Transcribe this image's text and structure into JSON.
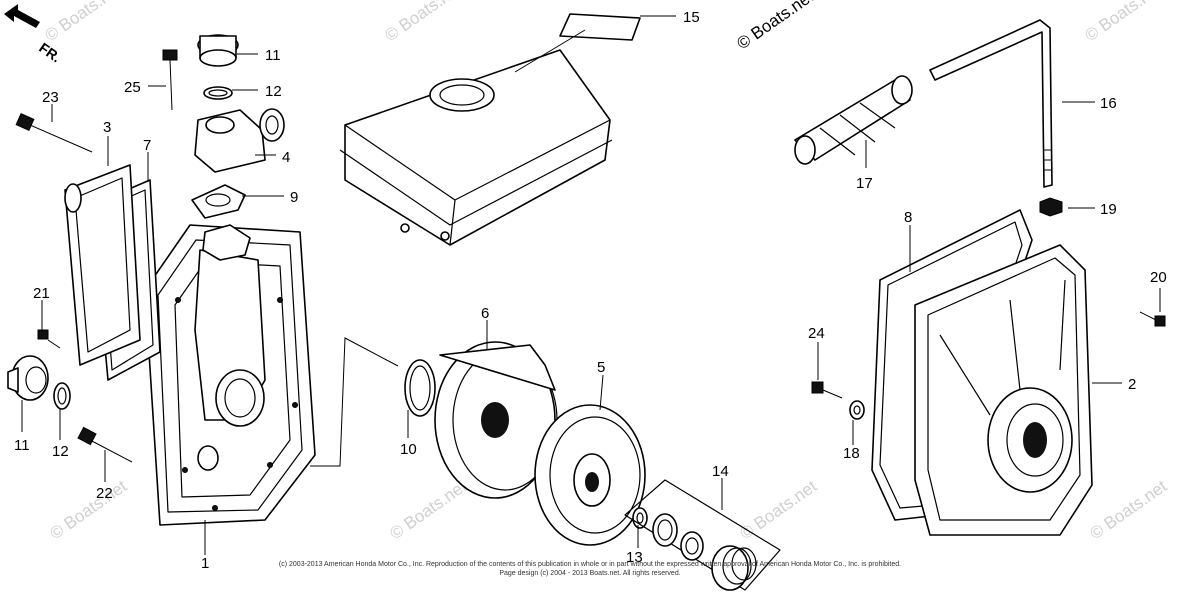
{
  "direction_label": "FR.",
  "watermark_text": "© Boats.net",
  "copyright_line_1": "(c) 2003-2013 American Honda Motor Co., Inc. Reproduction of the contents of this publication in whole or in part without the expressed written approval of American Honda Motor Co., Inc. is prohibited.",
  "copyright_line_2": "Page design (c) 2004 - 2013 Boats.net. All rights reserved.",
  "callouts": {
    "c1": "1",
    "c2": "2",
    "c3": "3",
    "c4": "4",
    "c5": "5",
    "c6": "6",
    "c7": "7",
    "c8": "8",
    "c9": "9",
    "c10": "10",
    "c11a": "11",
    "c11b": "11",
    "c12a": "12",
    "c12b": "12",
    "c13": "13",
    "c14": "14",
    "c15": "15",
    "c16": "16",
    "c17": "17",
    "c18": "18",
    "c19": "19",
    "c20": "20",
    "c21": "21",
    "c22": "22",
    "c23": "23",
    "c24": "24",
    "c25": "25"
  }
}
